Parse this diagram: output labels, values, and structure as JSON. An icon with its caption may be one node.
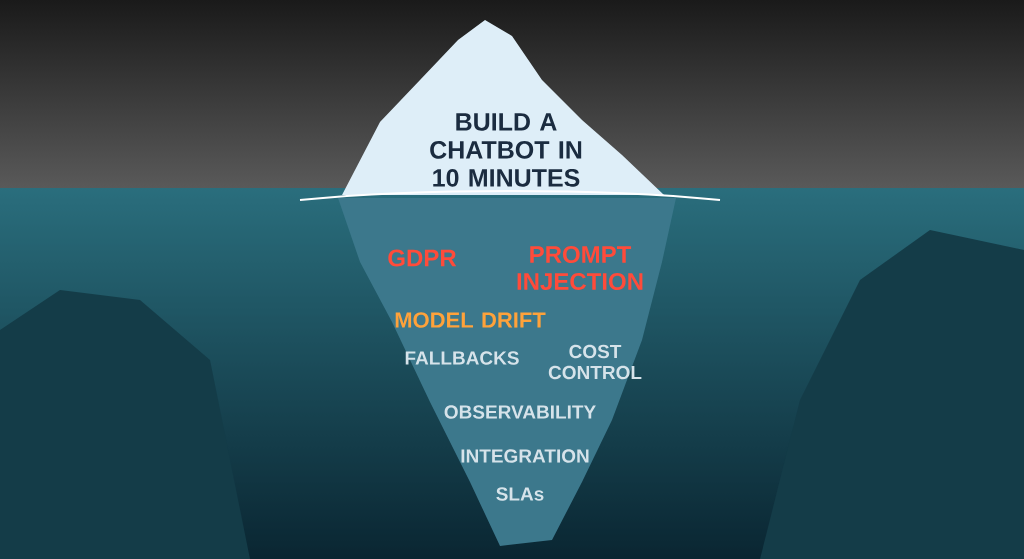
{
  "diagram": {
    "labels": [
      "BUILD A CHATBOT IN 10 MINUTES",
      "GDPR",
      "PROMPT INJECTION",
      "MODEL DRIFT",
      "FALLBACKS",
      "COST CONTROL",
      "OBSERVABILITY",
      "INTEGRATION",
      "SLAs"
    ]
  }
}
